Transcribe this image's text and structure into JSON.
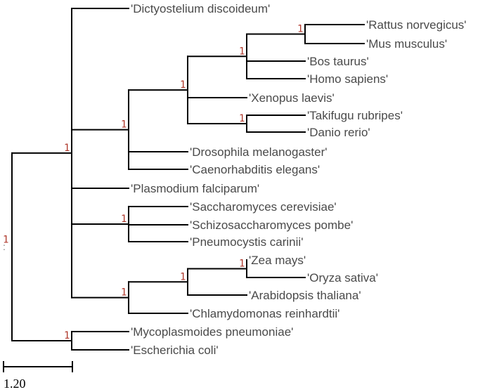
{
  "tree": {
    "leaves": [
      "'Dictyostelium discoideum'",
      "'Rattus norvegicus'",
      "'Mus musculus'",
      "'Bos taurus'",
      "'Homo sapiens'",
      "'Xenopus laevis'",
      "'Takifugu rubripes'",
      "'Danio rerio'",
      "'Drosophila melanogaster'",
      "'Caenorhabditis elegans'",
      "'Plasmodium falciparum'",
      "'Saccharomyces cerevisiae'",
      "'Schizosaccharomyces pombe'",
      "'Pneumocystis carinii'",
      "'Zea mays'",
      "'Oryza sativa'",
      "'Arabidopsis thaliana'",
      "'Chlamydomonas reinhardtii'",
      "'Mycoplasmoides pneumoniae'",
      "'Escherichia coli'"
    ],
    "support_value": "1",
    "root_marker": ":",
    "scale_bar_label": "1.20"
  },
  "colors": {
    "branch": "#000000",
    "leaf_text": "#4a4a4a",
    "support_text": "#b03a2e"
  }
}
